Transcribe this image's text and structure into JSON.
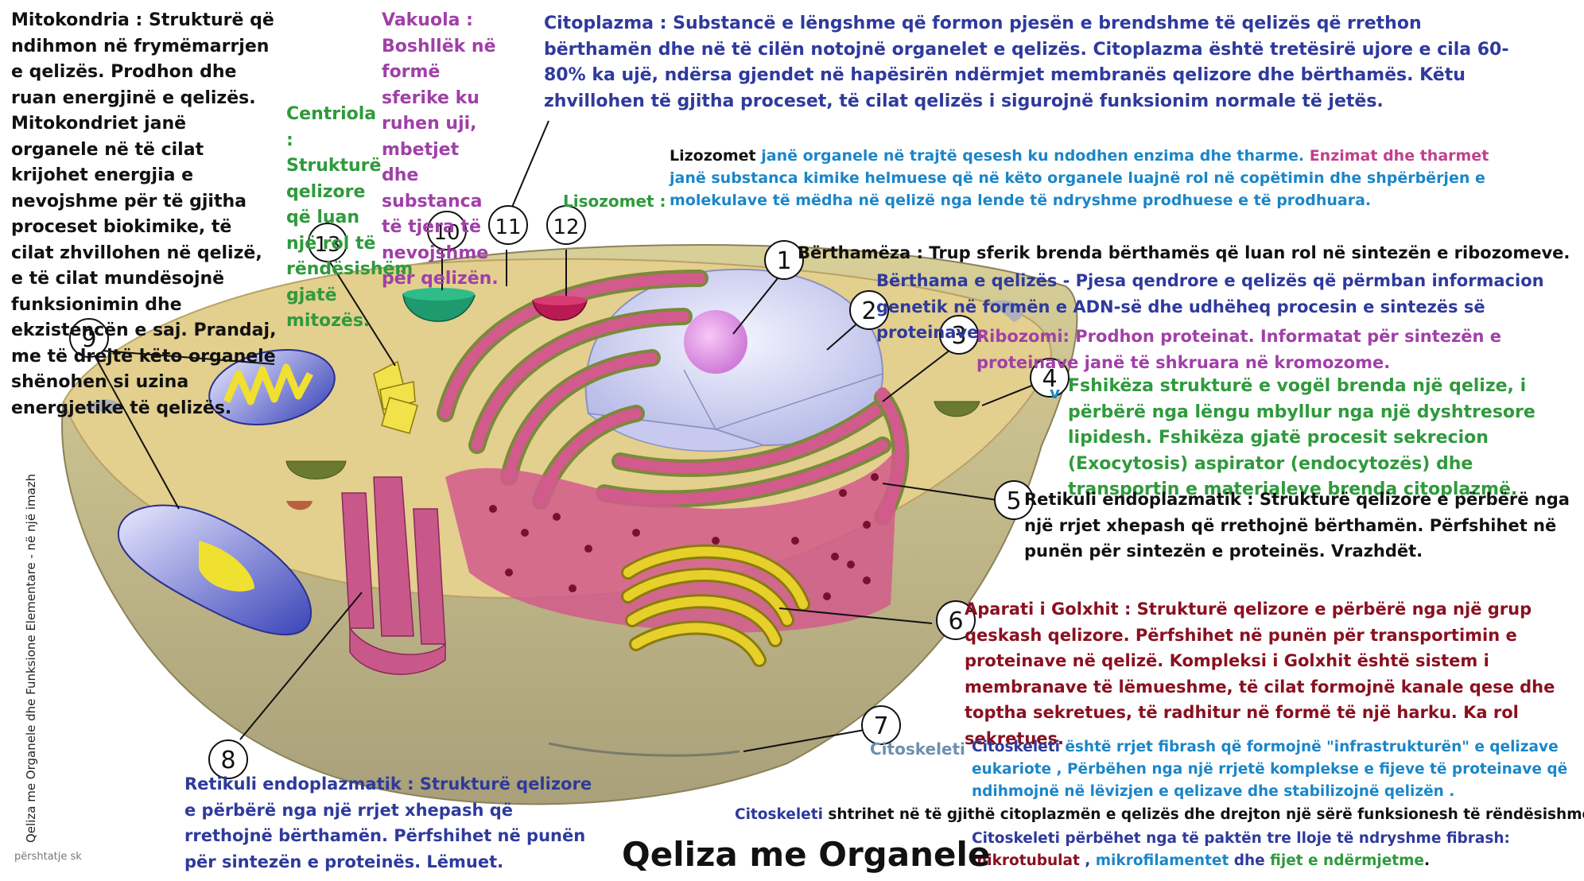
{
  "title": "Qeliza me Organele",
  "side_caption": "Qeliza me Organele dhe Funksione Elementare - në një imazh",
  "credit": "përshtatje sk",
  "labels": {
    "mitokondria": "Mitokondria : Strukturë që ndihmon në frymëmarrjen e qelizës. Prodhon dhe ruan energjinë e qelizës. Mitokondriet janë organele në të cilat krijohet energjia e nevojshme për të gjitha proceset biokimike, të cilat zhvillohen në qelizë, e të cilat mundësojnë funksionimin dhe ekzistencën e saj. Prandaj, me të drejtë këto organele shënohen si uzina energjetike të qelizës.",
    "vakuola": "Vakuola : Boshllëk në formë sferike ku ruhen uji, mbetjet dhe substanca të tjera të nevojshme për qelizën.",
    "centriola": "Centriola : Strukturë qelizore që luan një rol të rëndësishëm gjatë mitozës.",
    "citoplazma": "Citoplazma : Substancë e lëngshme që formon pjesën e brendshme të qelizës që rrethon bërthamën dhe në të cilën notojnë organelet e qelizës. Citoplazma është tretësirë ujore e cila 60-80% ka ujë, ndërsa gjendet në hapësirën ndërmjet membranës qelizore dhe bërthamës. Këtu zhvillohen të gjitha proceset, të cilat qelizës i sigurojnë funksionim normale të jetës.",
    "lizozomet_head": "Lizozomet",
    "lizozomet_a": " janë organele në trajtë qesesh ku ndodhen enzima dhe tharme. ",
    "lizozomet_b": "Enzimat dhe tharmet",
    "lizozomet_c": " janë substanca kimike helmuese që në këto organele luajnë rol në copëtimin dhe shpërbërjen e molekulave të mëdha në qelizë nga lende të ndryshme prodhuese e të prodhuara.",
    "lisozomet_tag": "Lisozomet :",
    "berthameza": "Bërthamëza : Trup sferik brenda bërthamës që luan rol në sintezën e ribozomeve.",
    "berthama": "Bërthama e qelizës - Pjesa qendrore e qelizës që përmban informacion genetik në formën e ADN-së dhe udhëheq procesin e sintezës së proteinave.",
    "ribozomi": "Ribozomi: Prodhon proteinat. Informatat për sintezën e proteinave janë të shkruara në kromozome.",
    "fshikeza": "Fshikëza strukturë e vogël brenda një qelize, i përbërë nga lëngu mbyllur nga një dyshtresore lipidesh. Fshikëza gjatë procesit sekrecion (Exocytosis) aspirator (endocytozës) dhe transportin e materialeve brenda citoplazmë.",
    "v_mark": "v",
    "ret_vrazhdet": "Retikuli endoplazmatik : Strukturë qelizore e përbërë nga një rrjet xhepash që rrethojnë bërthamën. Përfshihet në punën për sintezën e proteinës.",
    "vrazhdet": " Vrazhdët.",
    "golxhi": "Aparati i Golxhit : Strukturë qelizore e përbërë nga një grup qeskash qelizore. Përfshihet në punën për transportimin e proteinave në qelizë. Kompleksi i Golxhit është sistem i membranave të lëmueshme, të cilat formojnë kanale qese dhe toptha sekretues, të radhitur në formë të një harku. Ka rol sekretues.",
    "citoskeleti_tag": "Citoskeleti",
    "cito_1_head": "Citoskeleti",
    "cito_1_body": " është rrjet fibrash që formojnë \"infrastrukturën\" e qelizave eukariote , Përbëhen nga një rrjetë komplekse e fijeve të proteinave që ndihmojnë në lëvizjen e qelizave dhe stabilizojnë qelizën .",
    "cito_2_head": "Citoskeleti",
    "cito_2_body": " shtrihet në të gjithë citoplazmën e qelizës dhe drejton një sërë funksionesh të rëndësishme.",
    "cito_3_head": "Citoskeleti",
    "cito_3_body": " përbëhet nga të paktën tre lloje të ndryshme fibrash:",
    "mikrotubulat": "mikrotubulat",
    "comma_sp": " , ",
    "mikrofilamentet": "mikrofilamentet",
    "dhe": " dhe ",
    "fijet": "fijet e ndërmjetme",
    "dot": ".",
    "ret_lemuet": "Retikuli endoplazmatik : Strukturë qelizore e përbërë nga një rrjet xhepash që rrethojnë bërthamën. Përfshihet në punën për sintezën e proteinës. Lëmuet."
  },
  "numbers": [
    "1",
    "2",
    "3",
    "4",
    "5",
    "6",
    "7",
    "8",
    "9",
    "10",
    "11",
    "12",
    "13"
  ],
  "colors": {
    "cytoplasm": "#e3cf8e",
    "cell_wall": "#c8c08a",
    "nucleus": "#dcdcf4",
    "nucleolus": "#e6a0e6",
    "er_rough": "#d25a8c",
    "er_edge": "#7a8a3a",
    "golgi": "#e8d02a",
    "mito_outer": "#5a62c8",
    "vacuole": "#1e9a6e",
    "lysosome": "#b81a52",
    "centriole": "#f2e24a"
  }
}
